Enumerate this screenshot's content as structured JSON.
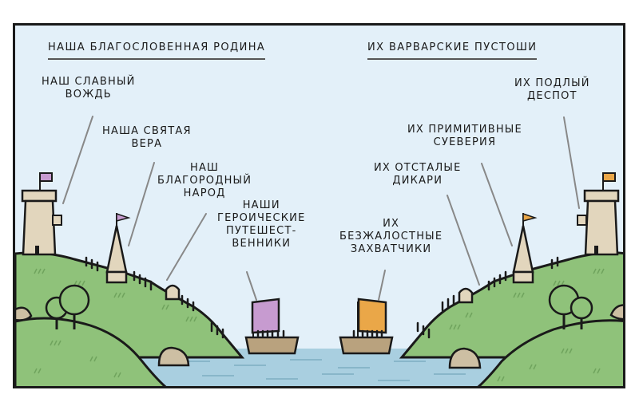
{
  "comic": {
    "left_side": {
      "heading": "НАША БЛАГОСЛОВЕННАЯ РОДИНА",
      "labels": {
        "leader": "НАШ СЛАВНЫЙ\nВОЖДЬ",
        "faith": "НАША СВЯТАЯ\nВЕРА",
        "people": "НАШ\nБЛАГОРОДНЫЙ\nНАРОД",
        "travelers": "НАШИ\nГЕРОИЧЕСКИЕ\nПУТЕШЕСТ-\nВЕННИКИ"
      },
      "flag_color": "#c79bd0",
      "sail_color": "#c79bd0"
    },
    "right_side": {
      "heading": "ИХ ВАРВАРСКИЕ ПУСТОШИ",
      "labels": {
        "despot": "ИХ ПОДЛЫЙ\nДЕСПОТ",
        "superstitions": "ИХ ПРИМИТИВНЫЕ\nСУЕВЕРИЯ",
        "savages": "ИХ ОТСТАЛЫЕ\nДИКАРИ",
        "invaders": "ИХ\nБЕЗЖАЛОСТНЫЕ\nЗАХВАТЧИКИ"
      },
      "flag_color": "#eaa748",
      "sail_color": "#eaa748"
    },
    "colors": {
      "sky": "#e3f0f9",
      "grass": "#8fc27a",
      "grass_dark": "#6fa35d",
      "water": "#a9cfe0",
      "stone": "#e2d6bd",
      "boat": "#b9a27e",
      "outline": "#1a1a1a",
      "pointer": "#888888"
    }
  }
}
